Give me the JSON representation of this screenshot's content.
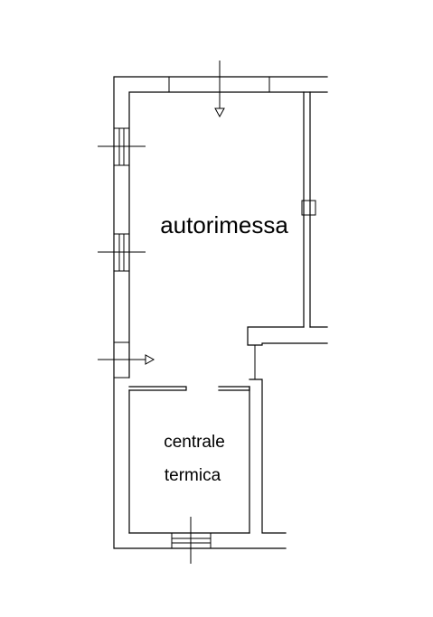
{
  "rooms": {
    "garage": {
      "label": "autorimessa"
    },
    "boiler_line1": {
      "label": "centrale"
    },
    "boiler_line2": {
      "label": "termica"
    }
  },
  "colors": {
    "line": "#000000",
    "background": "#ffffff"
  }
}
